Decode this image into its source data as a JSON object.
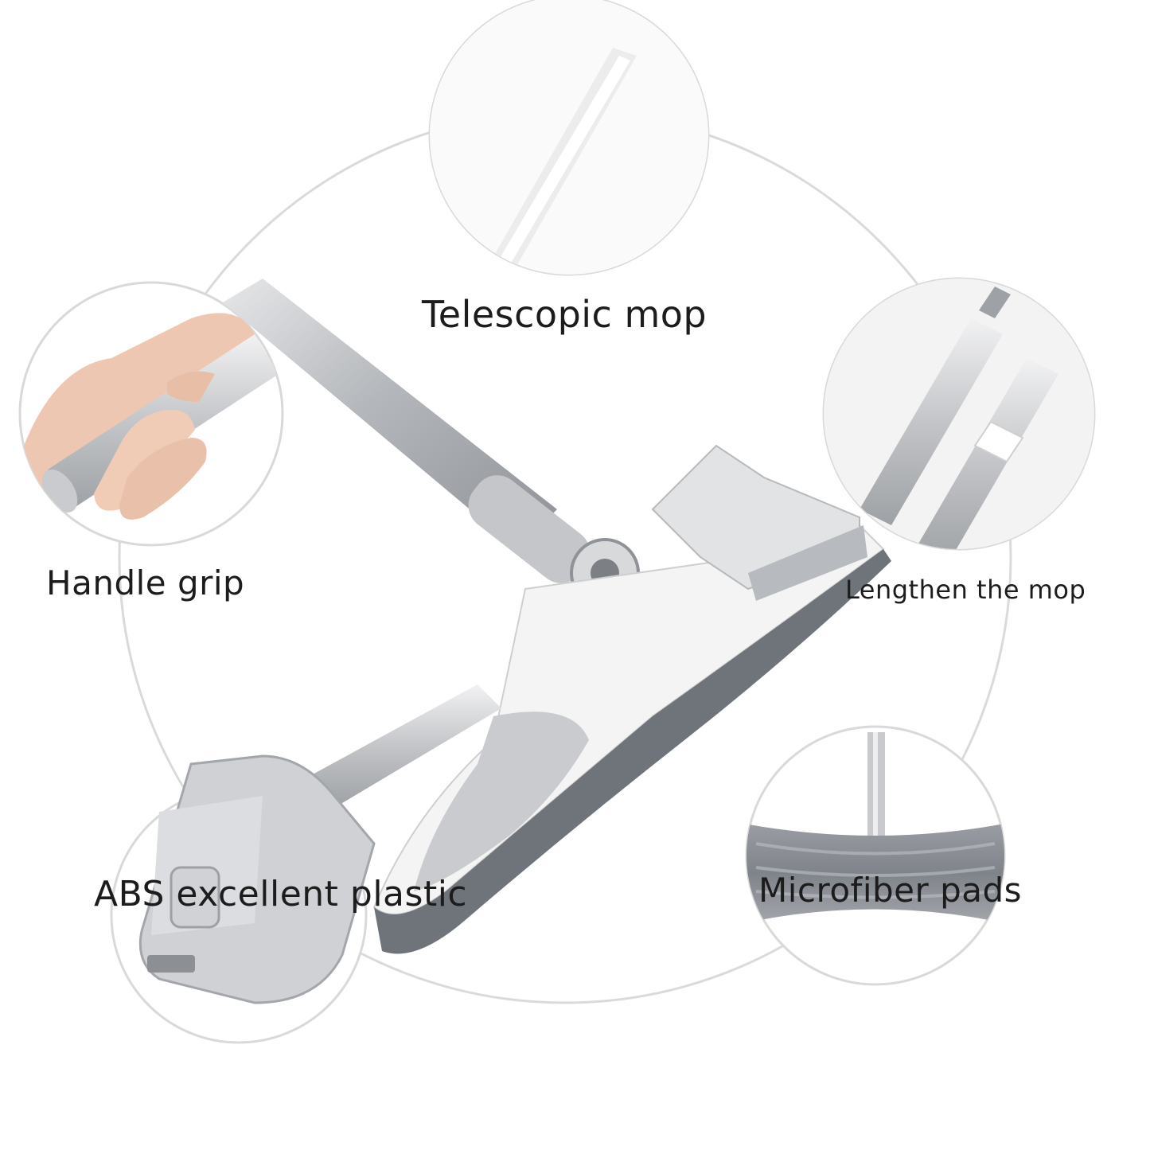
{
  "features": {
    "telescopic": "Telescopic mop",
    "handle_grip": "Handle grip",
    "lengthen": "Lengthen the mop",
    "abs_plastic": "ABS excellent plastic",
    "microfiber": "Microfiber pads"
  },
  "icons": [
    "hand-grip-photo",
    "telescopic-pole-photo",
    "pole-joint-photo",
    "microfiber-pad-photo",
    "flat-mop-photo"
  ],
  "colors": {
    "background": "#ffffff",
    "circle_border": "#d9d9d9",
    "metal": "#b9bcc0",
    "plastic_white": "#f4f4f4",
    "pad_grey": "#8a8d93",
    "text": "#1c1c1c"
  }
}
